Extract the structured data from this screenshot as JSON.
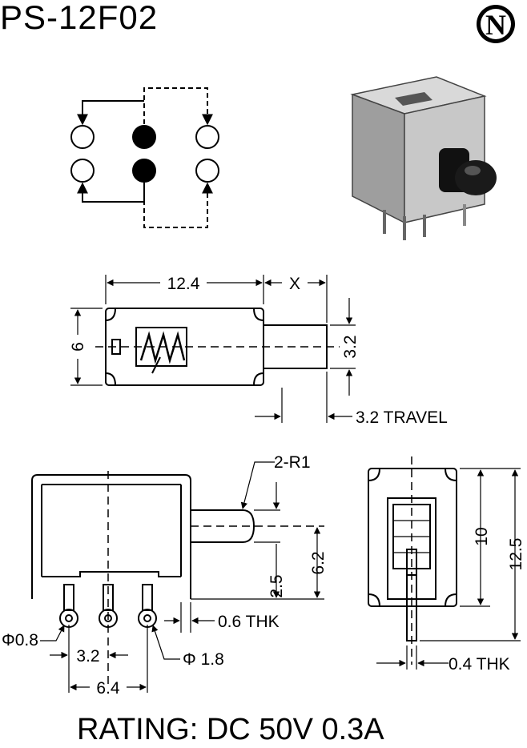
{
  "header": {
    "model": "PS-12F02",
    "logo_letter": "N",
    "logo_icon": "n-brand-logo-icon"
  },
  "schematic": {
    "description_icon": "switch-contact-schematic-icon"
  },
  "photo": {
    "icon": "slide-switch-photo-icon"
  },
  "top_view": {
    "length_label": "12.4",
    "x_label": "X",
    "height_label": "6",
    "actuator_label": "3.2",
    "travel_label": "3.2 TRAVEL"
  },
  "side_view": {
    "radius_label": "2-R1",
    "dim_25": "2.5",
    "dim_62": "6.2",
    "thk_label": "0.6 THK",
    "phi08_label": "Φ0.8",
    "pitch_label": "3.2",
    "phi18_label": "Φ 1.8",
    "span_label": "6.4"
  },
  "end_view": {
    "dim_10": "10",
    "dim_125": "12.5",
    "thk_label": "0.4 THK"
  },
  "footer": {
    "rating": "RATING: DC 50V 0.3A"
  }
}
